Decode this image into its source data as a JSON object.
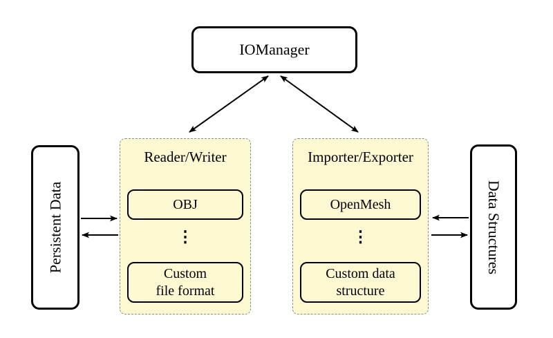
{
  "top_node": {
    "label": "IOManager"
  },
  "side_nodes": {
    "left": {
      "label": "Persistent Data"
    },
    "right": {
      "label": "Data Structures"
    }
  },
  "groups": {
    "reader_writer": {
      "title": "Reader/Writer",
      "items": [
        {
          "label": "OBJ"
        },
        {
          "label_line1": "Custom",
          "label_line2": "file format"
        }
      ],
      "ellipsis": "⋮"
    },
    "importer_exporter": {
      "title": "Importer/Exporter",
      "items": [
        {
          "label": "OpenMesh"
        },
        {
          "label_line1": "Custom data",
          "label_line2": "structure"
        }
      ],
      "ellipsis": "⋮"
    }
  },
  "arrows": [
    {
      "from": "IOManager",
      "to": "Reader/Writer",
      "style": "double-headed-diagonal"
    },
    {
      "from": "IOManager",
      "to": "Importer/Exporter",
      "style": "double-headed-diagonal"
    },
    {
      "from": "Persistent Data",
      "to": "Reader/Writer",
      "style": "single-right"
    },
    {
      "from": "Reader/Writer",
      "to": "Persistent Data",
      "style": "single-left"
    },
    {
      "from": "Data Structures",
      "to": "Importer/Exporter",
      "style": "single-left"
    },
    {
      "from": "Importer/Exporter",
      "to": "Data Structures",
      "style": "single-right"
    }
  ],
  "colors": {
    "group_fill": "#fbf8d2",
    "group_border": "#8a8a8a",
    "node_border": "#000000",
    "background": "#ffffff"
  }
}
